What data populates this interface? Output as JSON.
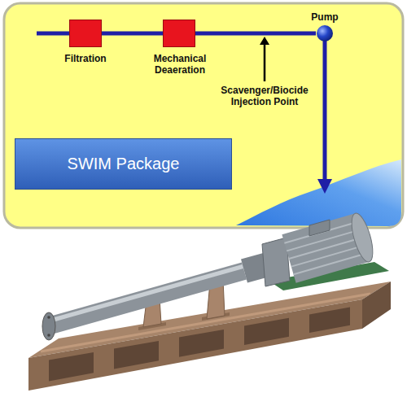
{
  "diagram": {
    "nodes": [
      {
        "text": [
          "Filtration"
        ]
      },
      {
        "text": [
          "Mechanical Deaeration"
        ]
      },
      {
        "text": [
          "Pump"
        ]
      },
      {
        "text": [
          "SWIM Package"
        ]
      }
    ],
    "edges": [
      {
        "from": 0,
        "to": 1,
        "arrow": "none"
      },
      {
        "from": 1,
        "to": 2,
        "arrow": "none"
      }
    ],
    "labels": [
      "Scavenger/Biocide Injection Point"
    ]
  }
}
